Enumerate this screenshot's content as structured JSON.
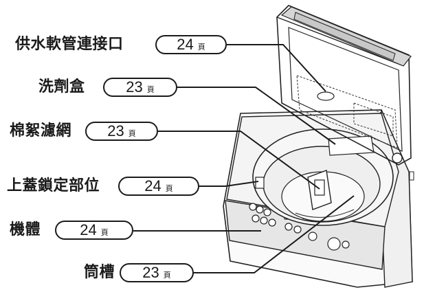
{
  "callouts": [
    {
      "label": "供水軟管連接口",
      "page": "24",
      "unit": "頁"
    },
    {
      "label": "洗劑盒",
      "page": "23",
      "unit": "頁"
    },
    {
      "label": "棉絮濾網",
      "page": "23",
      "unit": "頁"
    },
    {
      "label": "上蓋鎖定部位",
      "page": "24",
      "unit": "頁"
    },
    {
      "label": "機體",
      "page": "24",
      "unit": "頁"
    },
    {
      "label": "筒槽",
      "page": "23",
      "unit": "頁"
    }
  ],
  "colors": {
    "line": "#1a1a1a",
    "panel": "#e6e6e6",
    "lid": "#c8c8c8"
  }
}
